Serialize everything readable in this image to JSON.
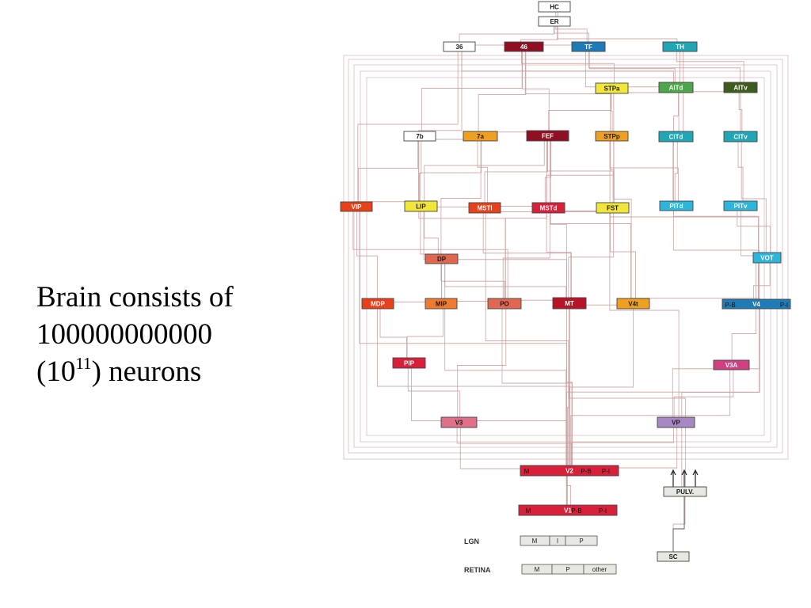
{
  "caption": {
    "line1": "Brain consists of",
    "line2": "100000000000",
    "line3_open": "(10",
    "line3_exp": "11",
    "line3_close": ") neurons"
  },
  "colors": {
    "connection": "#c9a0a0",
    "white_box": "#ffffff",
    "gray_box": "#e6e9e1",
    "dark_red": "#8f1020",
    "red": "#d8203a",
    "blue": "#1f7ab8",
    "teal": "#20a6b4",
    "cyan": "#2cb6dc",
    "green": "#4ea64a",
    "dark_green": "#3e5c1e",
    "yellow": "#f2e63a",
    "orange": "#f0a020",
    "red_orange": "#e8401a",
    "salmon": "#e06850",
    "pink": "#e0708a",
    "magenta": "#d04080",
    "purple": "#a888c4"
  },
  "diagram": {
    "areas": [
      {
        "label": "HC",
        "color": "#ffffff"
      },
      {
        "label": "ER",
        "color": "#ffffff"
      },
      {
        "label": "36",
        "color": "#ffffff"
      },
      {
        "label": "46",
        "color": "#8f1020"
      },
      {
        "label": "TF",
        "color": "#1f7ab8"
      },
      {
        "label": "TH",
        "color": "#20a6b4"
      },
      {
        "label": "STPa",
        "color": "#f2e63a"
      },
      {
        "label": "AITd",
        "color": "#4ea64a"
      },
      {
        "label": "AITv",
        "color": "#3e5c1e"
      },
      {
        "label": "7b",
        "color": "#ffffff"
      },
      {
        "label": "7a",
        "color": "#f0a020"
      },
      {
        "label": "FEF",
        "color": "#8f1020"
      },
      {
        "label": "STPp",
        "color": "#f0a020"
      },
      {
        "label": "CITd",
        "color": "#20a6b4"
      },
      {
        "label": "CITv",
        "color": "#20a6b4"
      },
      {
        "label": "VIP",
        "color": "#e8401a"
      },
      {
        "label": "LIP",
        "color": "#f2e63a"
      },
      {
        "label": "MSTl",
        "color": "#e8401a"
      },
      {
        "label": "MSTd",
        "color": "#d8203a"
      },
      {
        "label": "FST",
        "color": "#f2e63a"
      },
      {
        "label": "PITd",
        "color": "#2cb6dc"
      },
      {
        "label": "PITv",
        "color": "#2cb6dc"
      },
      {
        "label": "DP",
        "color": "#e06850"
      },
      {
        "label": "VOT",
        "color": "#2cb6dc"
      },
      {
        "label": "MDP",
        "color": "#e8401a"
      },
      {
        "label": "MIP",
        "color": "#f07a30"
      },
      {
        "label": "PO",
        "color": "#e06850"
      },
      {
        "label": "MT",
        "color": "#b81428"
      },
      {
        "label": "V4t",
        "color": "#f0a020"
      },
      {
        "label": "V4",
        "color": "#1f7ab8"
      },
      {
        "label": "PIP",
        "color": "#d8203a"
      },
      {
        "label": "V3A",
        "color": "#d04080"
      },
      {
        "label": "V3",
        "color": "#e0708a"
      },
      {
        "label": "VP",
        "color": "#a888c4"
      },
      {
        "label": "V2",
        "color": "#d8203a"
      },
      {
        "label": "PULV.",
        "color": "#e6e9e1"
      },
      {
        "label": "V1",
        "color": "#d8203a"
      },
      {
        "label": "SC",
        "color": "#e6e9e1"
      }
    ],
    "sub_labels": {
      "v4_pb": "P-B",
      "v4_pi": "P-I",
      "v2_m": "M",
      "v2_pb": "P-B",
      "v2_pi": "P-I",
      "v1_m": "M",
      "v1_pb": "P-B",
      "v1_pi": "P-I"
    },
    "lgn": {
      "label": "LGN",
      "cells": [
        "M",
        "I",
        "P"
      ]
    },
    "retina": {
      "label": "RETINA",
      "cells": [
        "M",
        "P",
        "other"
      ]
    }
  }
}
